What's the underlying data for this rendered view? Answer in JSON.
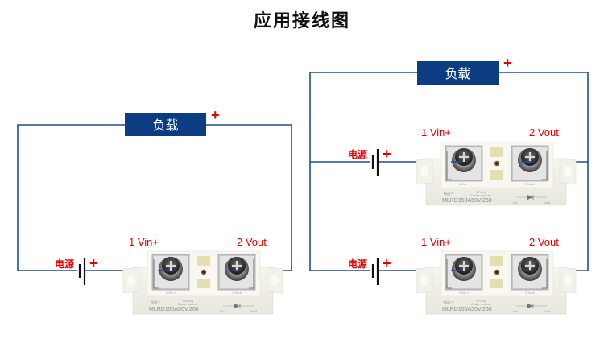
{
  "title": "应用接线图",
  "load_label": "负载",
  "power_label": "电源",
  "plus_sign": "+",
  "terminal_1_label": "1 Vin+",
  "terminal_2_label": "2 Vout",
  "module": {
    "brand": "畅通™",
    "subtitle_1": "OR-ing",
    "subtitle_2": "Diode module",
    "model": "MLRD150A50V.260",
    "pin1_mark": "1 Vin +",
    "pin2_mark": "2 Vout",
    "vin_mark": "Vin",
    "vout_mark": "Vout"
  },
  "colors": {
    "wire": "#1f4e96",
    "load_box": "#0c3d82",
    "accent_red": "#e30000"
  }
}
